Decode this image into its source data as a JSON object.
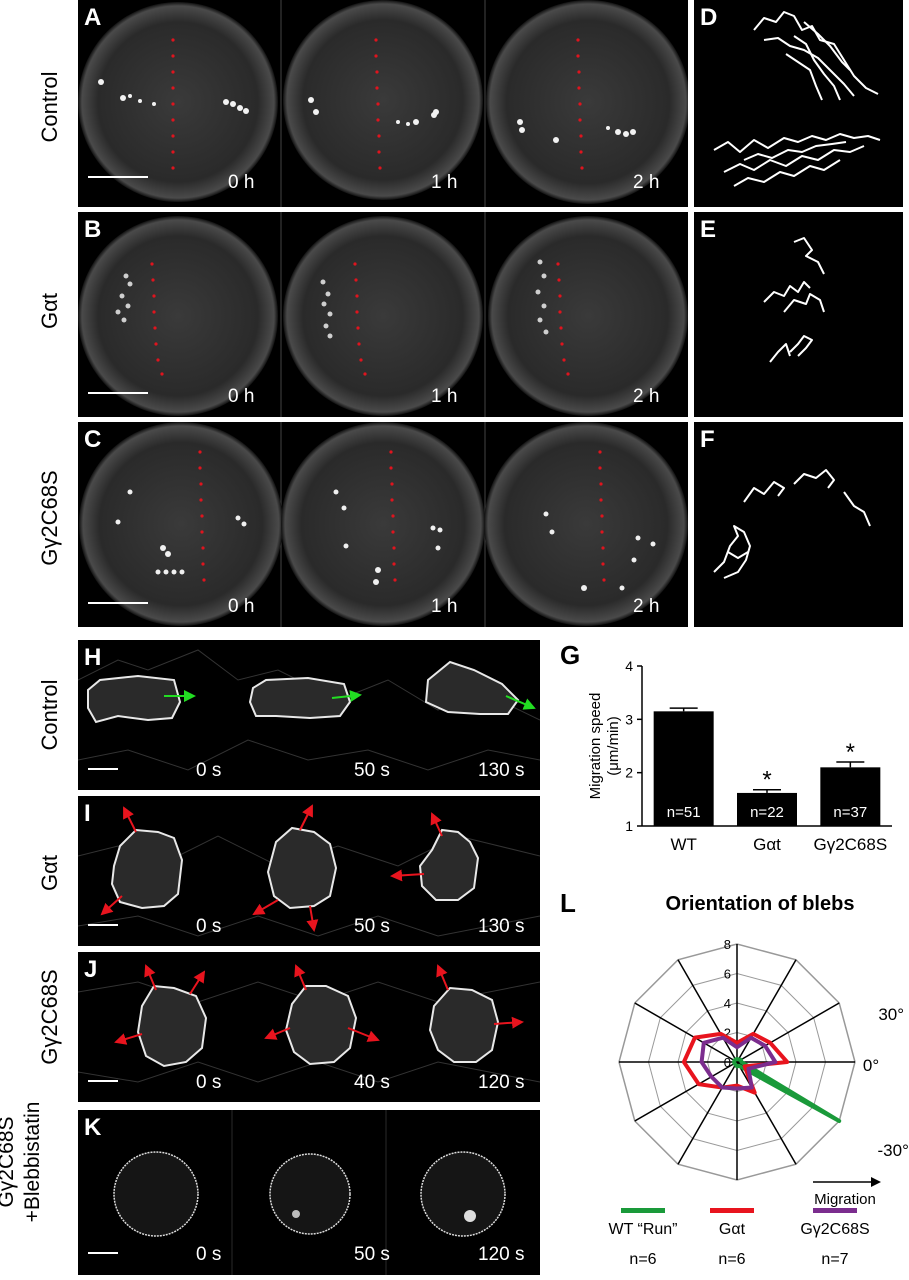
{
  "rows": {
    "control": "Control",
    "galpha_t": "Gαt",
    "ggamma": "Gγ2C68S",
    "ggamma_bleb_1": "Gγ2C68S",
    "ggamma_bleb_2": "+Blebbistatin"
  },
  "panels": {
    "A": "A",
    "B": "B",
    "C": "C",
    "D": "D",
    "E": "E",
    "F": "F",
    "G": "G",
    "H": "H",
    "I": "I",
    "J": "J",
    "K": "K",
    "L": "L"
  },
  "times": {
    "embryo": [
      "0 h",
      "1 h",
      "2 h"
    ],
    "H": [
      "0 s",
      "50 s",
      "130 s"
    ],
    "I": [
      "0 s",
      "50 s",
      "130 s"
    ],
    "J": [
      "0 s",
      "40 s",
      "120 s"
    ],
    "K": [
      "0 s",
      "50 s",
      "120 s"
    ]
  },
  "colors": {
    "midline_dots": "#e0141e",
    "arrow_green": "#22dd22",
    "arrow_red": "#e8141e",
    "wt_run": "#1a9a3a",
    "galpha_t": "#e8141e",
    "ggamma": "#7b2d8e"
  },
  "chart_data": [
    {
      "type": "bar",
      "ylabel_line1": "Migration speed",
      "ylabel_line2": "(μm/min)",
      "categories": [
        "WT",
        "Gαt",
        "Gγ2C68S"
      ],
      "values": [
        3.15,
        1.62,
        2.1
      ],
      "errors": [
        0.06,
        0.06,
        0.1
      ],
      "n_labels": [
        "n=51",
        "n=22",
        "n=37"
      ],
      "significance": [
        "",
        "*",
        "*"
      ],
      "ylim": [
        1,
        4
      ],
      "yticks": [
        "1",
        "2",
        "3",
        "4"
      ]
    },
    {
      "type": "radar",
      "title": "Orientation of blebs",
      "rticks": [
        "0",
        "2",
        "4",
        "6",
        "8"
      ],
      "rmax": 8,
      "angle_labels": [
        "-30°",
        "0°",
        "30°"
      ],
      "migration_label": "Migration",
      "series": [
        {
          "name": "WT “Run”",
          "n": "n=6",
          "color": "#1a9a3a",
          "values": [
            0.3,
            0.3,
            0.2,
            0.2,
            0.2,
            0.2,
            0.2,
            0.2,
            0.2,
            0.3,
            0.3,
            8.0
          ]
        },
        {
          "name": "Gαt",
          "n": "n=6",
          "color": "#e8141e",
          "values": [
            3.4,
            2.6,
            2.2,
            1.3,
            2.2,
            3.3,
            3.6,
            3.0,
            2.0,
            1.6,
            2.4,
            0.6
          ]
        },
        {
          "name": "Gγ2C68S",
          "n": "n=7",
          "color": "#7b2d8e",
          "values": [
            2.6,
            2.2,
            1.9,
            1.0,
            1.9,
            2.6,
            2.4,
            2.0,
            2.0,
            1.8,
            2.0,
            0.9
          ]
        }
      ]
    }
  ]
}
